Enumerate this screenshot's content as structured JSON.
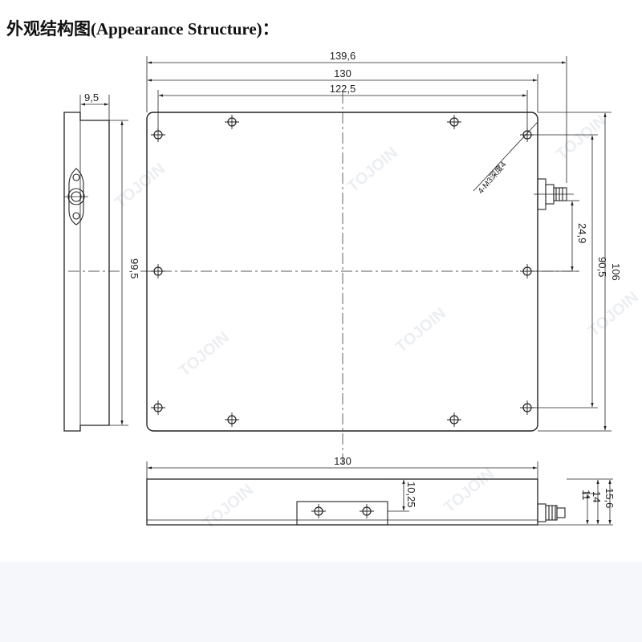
{
  "title": "外观结构图(Appearance Structure)：",
  "watermark": "TOJOIN",
  "dimensions": {
    "top_overall_width": "139,6",
    "top_inner_width": "130",
    "top_hole_spacing": "122,5",
    "side_tab_width": "9,5",
    "side_height": "99,5",
    "right_height": "106",
    "right_hole_spacing": "90,5",
    "connector_offset": "24,9",
    "bottom_width": "130",
    "bottom_hole_height": "10,25",
    "bottom_dim_11": "11",
    "bottom_dim_14": "14",
    "bottom_dim_15_6": "15,6"
  },
  "annotation": "4-M3深度4"
}
